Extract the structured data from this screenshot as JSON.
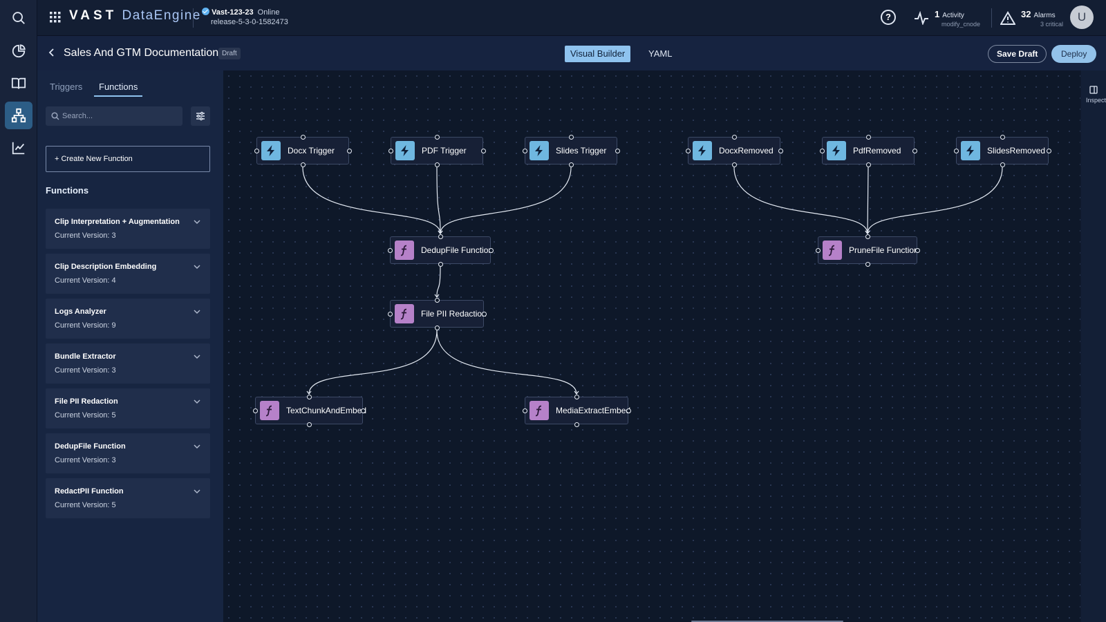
{
  "app": {
    "brand_primary": "VAST",
    "brand_secondary": "DataEngine"
  },
  "cluster": {
    "name": "Vast-123-23",
    "status": "Online",
    "release": "release-5-3-0-1582473"
  },
  "header_stats": {
    "activity": {
      "count": "1",
      "label": "Activity",
      "sub": "modify_cnode"
    },
    "alarms": {
      "count": "32",
      "label": "Alarms",
      "sub": "3 critical"
    },
    "user_initial": "U"
  },
  "page": {
    "title": "Sales And GTM Documentation",
    "status_badge": "Draft",
    "view_tabs": [
      "Visual Builder",
      "YAML"
    ],
    "active_view": "Visual Builder",
    "save_label": "Save Draft",
    "deploy_label": "Deploy"
  },
  "panel": {
    "tabs": [
      "Triggers",
      "Functions"
    ],
    "active_tab": "Functions",
    "search_placeholder": "Search...",
    "create_label": "+ Create New Function",
    "section_title": "Functions",
    "functions": [
      {
        "name": "Clip Interpretation + Augmentation",
        "version": "Current Version: 3"
      },
      {
        "name": "Clip Description Embedding",
        "version": "Current Version: 4"
      },
      {
        "name": "Logs Analyzer",
        "version": "Current Version: 9"
      },
      {
        "name": "Bundle Extractor",
        "version": "Current Version: 3"
      },
      {
        "name": "File PII Redaction",
        "version": "Current Version: 5"
      },
      {
        "name": "DedupFile Function",
        "version": "Current Version: 3"
      },
      {
        "name": "RedactPII Function",
        "version": "Current Version: 5"
      }
    ]
  },
  "canvas": {
    "inspector_label": "Inspect",
    "nodes": {
      "docx_trigger": {
        "label": "Docx Trigger",
        "kind": "trigger"
      },
      "pdf_trigger": {
        "label": "PDF Trigger",
        "kind": "trigger"
      },
      "slides_trigger": {
        "label": "Slides Trigger",
        "kind": "trigger"
      },
      "docx_removed": {
        "label": "DocxRemoved",
        "kind": "trigger"
      },
      "pdf_removed": {
        "label": "PdfRemoved",
        "kind": "trigger"
      },
      "slides_removed": {
        "label": "SlidesRemoved",
        "kind": "trigger"
      },
      "dedup_function": {
        "label": "DedupFile Function",
        "kind": "function"
      },
      "prune_function": {
        "label": "PruneFile Function",
        "kind": "function"
      },
      "pii_redaction": {
        "label": "File PII Redaction",
        "kind": "function"
      },
      "text_chunk": {
        "label": "TextChunkAndEmbed",
        "kind": "function"
      },
      "media_extract": {
        "label": "MediaExtractEmbed",
        "kind": "function"
      }
    }
  },
  "colors": {
    "accent": "#8fc3ef",
    "trigger_icon": "#6fb7e0",
    "function_icon": "#b681c9",
    "online": "#5eb1f0"
  }
}
